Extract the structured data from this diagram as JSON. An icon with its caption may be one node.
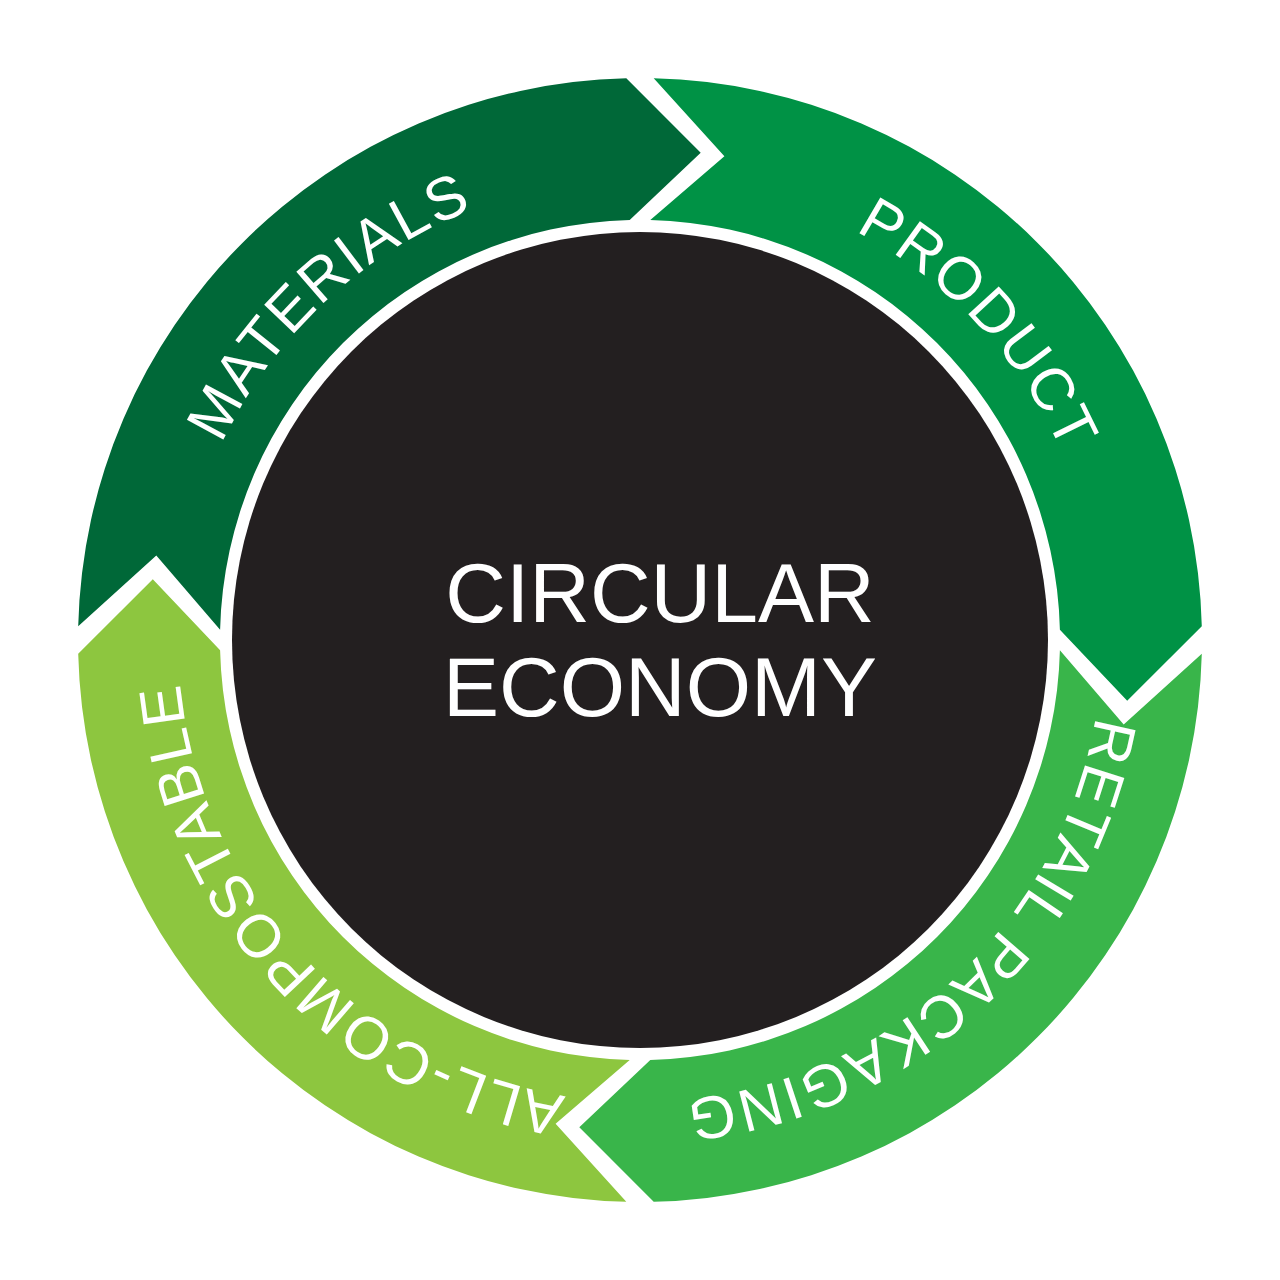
{
  "diagram": {
    "nodes": [
      {
        "text": [
          "CIRCULAR ECONOMY"
        ]
      },
      {
        "text": [
          "MATERIALS"
        ]
      },
      {
        "text": [
          "PRODUCT"
        ]
      },
      {
        "text": [
          "RETAIL PACKAGING"
        ]
      },
      {
        "text": [
          "ALL-COMPOSTABLE"
        ]
      }
    ]
  }
}
